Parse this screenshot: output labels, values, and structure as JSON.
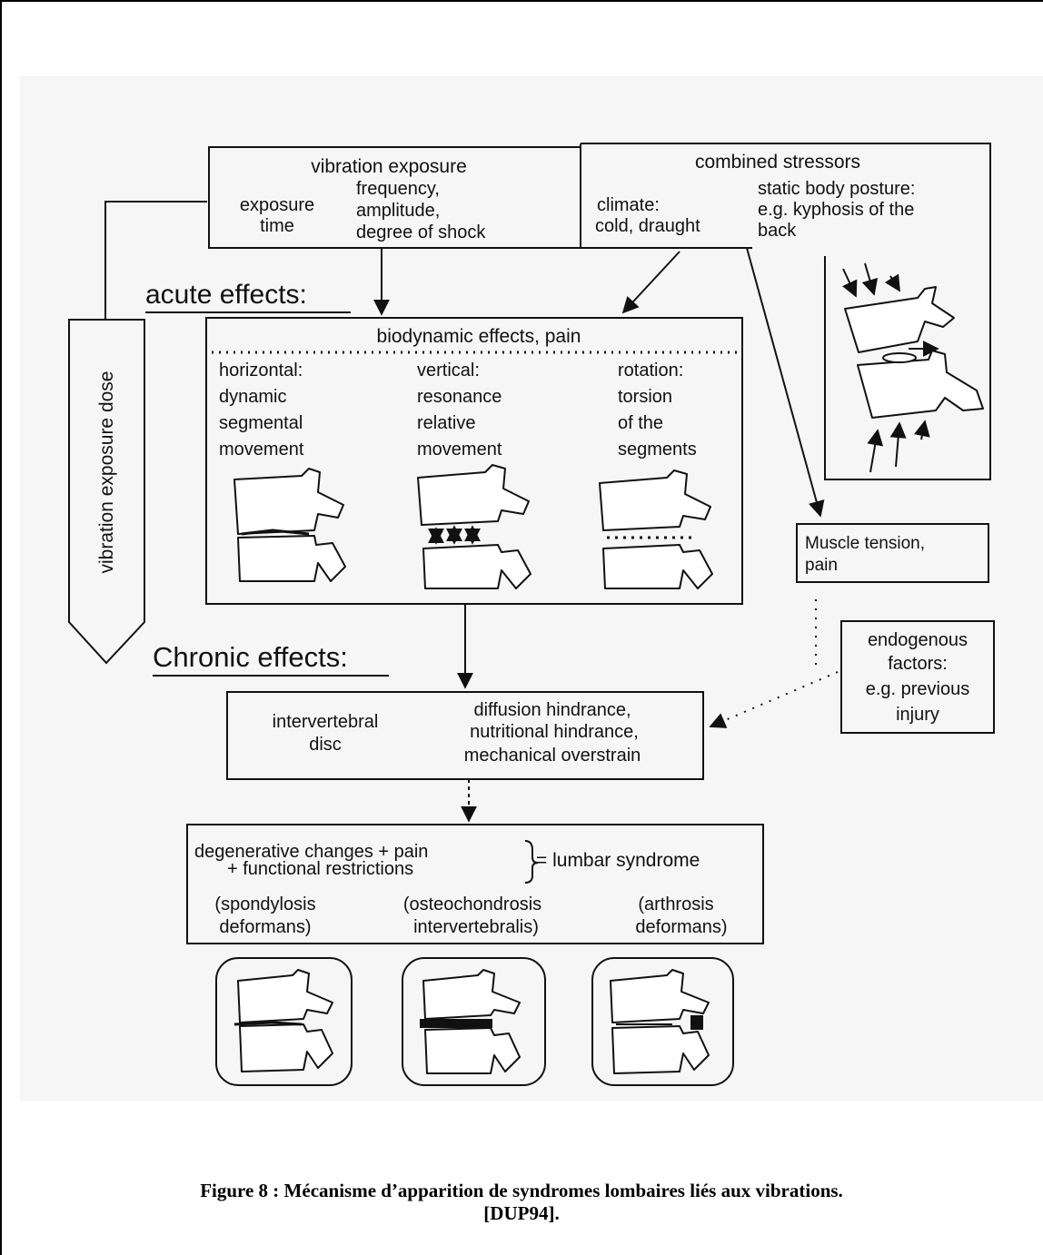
{
  "vibration_exposure": {
    "title": "vibration exposure",
    "col1": [
      "exposure",
      "time"
    ],
    "col2": [
      "frequency,",
      "amplitude,",
      "degree of shock"
    ]
  },
  "combined_stressors": {
    "title": "combined stressors",
    "climate": [
      "climate:",
      "cold, draught"
    ],
    "posture": [
      "static body posture:",
      "e.g. kyphosis of the",
      "back"
    ]
  },
  "acute_label": "acute effects:",
  "chronic_label": "Chronic effects:",
  "dose_label": "vibration exposure dose",
  "biodynamic": {
    "title": "biodynamic effects, pain",
    "columns": [
      [
        "horizontal:",
        "dynamic",
        "segmental",
        "movement"
      ],
      [
        "vertical:",
        "resonance",
        "relative",
        "movement"
      ],
      [
        "rotation:",
        "torsion",
        "of the",
        "segments"
      ]
    ]
  },
  "muscle": [
    "Muscle tension,",
    "pain"
  ],
  "endogenous": [
    "endogenous",
    "factors:",
    "e.g. previous",
    "injury"
  ],
  "disc": {
    "left": [
      "intervertebral",
      "disc"
    ],
    "right": [
      "diffusion hindrance,",
      "nutritional hindrance,",
      "mechanical overstrain"
    ]
  },
  "degenerative": {
    "line1": "degenerative changes + pain",
    "line2": "+ functional restrictions",
    "result": "= lumbar syndrome",
    "items": [
      [
        "(spondylosis",
        "deformans)"
      ],
      [
        "(osteochondrosis",
        "intervertebralis)"
      ],
      [
        "(arthrosis",
        "deformans)"
      ]
    ]
  },
  "caption": [
    "Figure 8 : Mécanisme d’apparition de syndromes lombaires liés aux vibrations.",
    "[DUP94]."
  ]
}
